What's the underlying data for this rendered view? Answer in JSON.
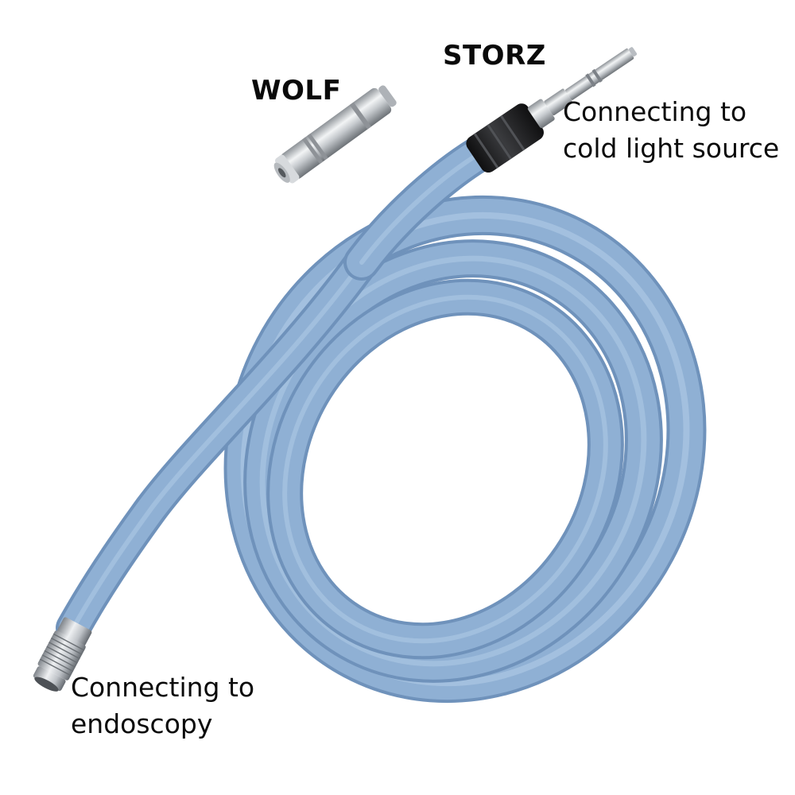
{
  "labels": {
    "wolf": "WOLF",
    "storz": "STORZ",
    "light_source": [
      "Connecting to",
      "cold light source"
    ],
    "endoscopy": [
      "Connecting to",
      "endoscopy"
    ]
  },
  "colors": {
    "background": "#ffffff",
    "cable": "#8fb0d4",
    "cable_shadow": "#6f92bb",
    "cable_highlight": "#b4cde8",
    "metal": "#c9cdd1",
    "rubber_sleeve": "#1f1f21",
    "text": "#0a0a0a"
  },
  "objects": [
    "fiber-optic-light-cable",
    "wolf-adapter",
    "storz-adapter-connector",
    "endoscope-connector"
  ]
}
